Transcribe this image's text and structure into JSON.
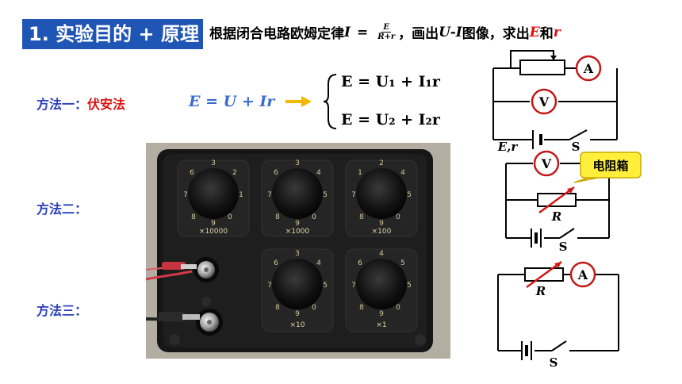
{
  "title": "1. 实验目的 + 原理",
  "principle": {
    "prefix": "根据闭合电路欧姆定律",
    "var_I": "I",
    "equals": "=",
    "frac_num": "E",
    "frac_den": "R+r",
    "middle": "，画出",
    "ui": "U-I",
    "suffix": "图像，求出",
    "E": "E",
    "and": "和",
    "r": "r"
  },
  "method1": {
    "label": "方法一：",
    "name": "伏安法",
    "formula": "E = U + Ir",
    "eq1": "E = U₁ + I₁r",
    "eq2": "E = U₂ + I₂r"
  },
  "method2": {
    "label": "方法二："
  },
  "method3": {
    "label": "方法三："
  },
  "circuit1": {
    "ammeter": "A",
    "voltmeter": "V",
    "er": "E,r",
    "switch": "S"
  },
  "circuit2": {
    "voltmeter": "V",
    "resistor": "R",
    "switch": "S",
    "callout": "电阻箱"
  },
  "circuit3": {
    "ammeter": "A",
    "resistor": "R",
    "switch": "S"
  },
  "dials": {
    "top": [
      "×10000",
      "×1000",
      "×100"
    ],
    "bottom": [
      "×10",
      "×1"
    ]
  },
  "colors": {
    "title_bg": "#1f55b5",
    "method_blue": "#2b3fbf",
    "red": "#e01010",
    "formula_blue": "#3a6bd0",
    "arrow": "#f5b800",
    "callout_bg": "#ffef3a"
  }
}
